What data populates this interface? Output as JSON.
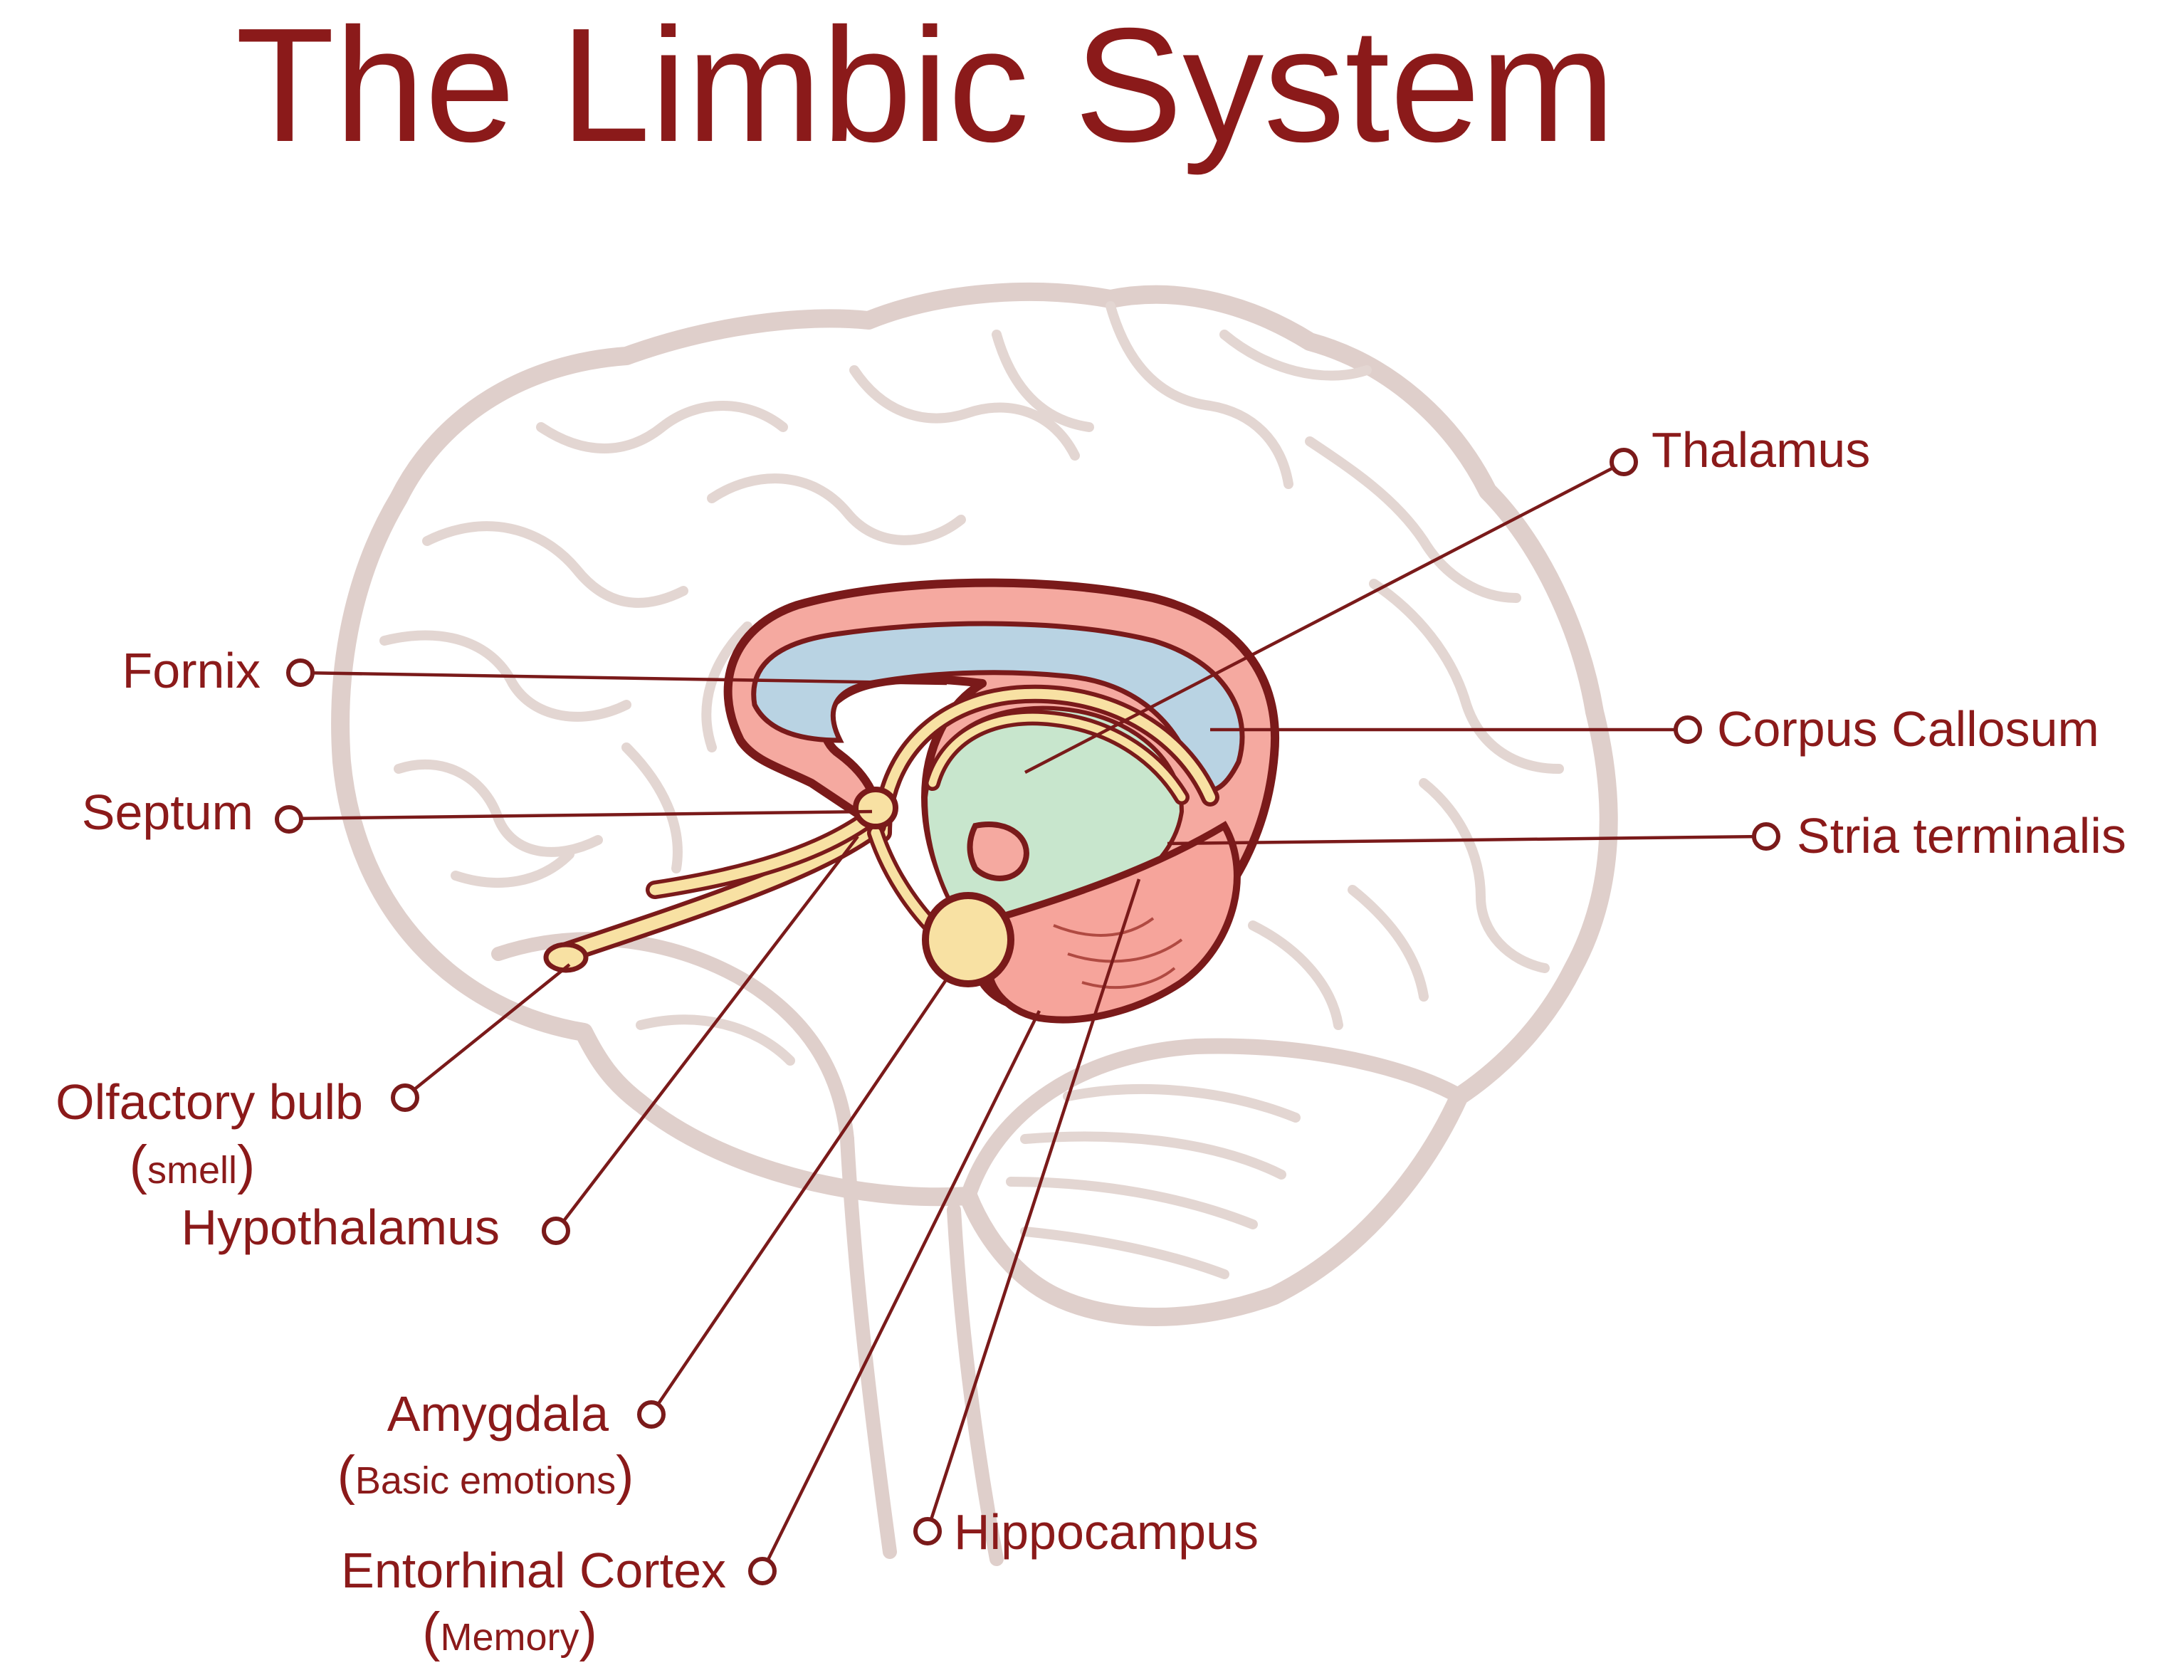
{
  "title": "The Limbic System",
  "colors": {
    "accent": "#8b1a1a",
    "brain_outline": "#dfcfcb",
    "structure_outline": "#7a1a1a",
    "corpus_callosum_fill": "#f5a9a0",
    "ventricle_fill": "#b9d3e3",
    "thalamus_fill": "#c8e6cd",
    "fornix_fill": "#f8e1a3",
    "entorhinal_fill": "#f6a49b"
  },
  "labels": {
    "thalamus": "Thalamus",
    "fornix": "Fornix",
    "corpus_callosum": "Corpus Callosum",
    "septum": "Septum",
    "stria_terminalis": "Stria terminalis",
    "olfactory_bulb": "Olfactory bulb",
    "olfactory_bulb_note": "smell",
    "hypothalamus": "Hypothalamus",
    "amygdala": "Amygdala",
    "amygdala_note": "Basic emotions",
    "entorhinal_cortex": "Entorhinal Cortex",
    "entorhinal_cortex_note": "Memory",
    "hippocampus": "Hippocampus"
  }
}
